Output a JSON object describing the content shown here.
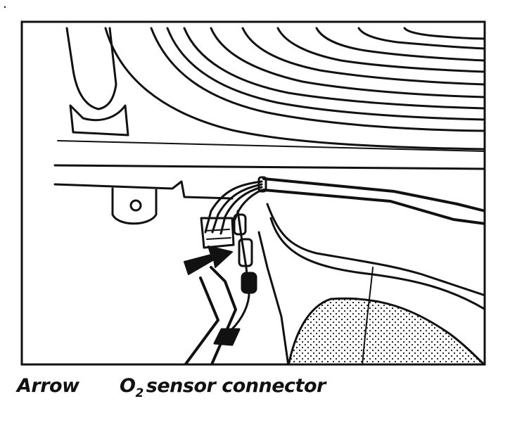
{
  "figure": {
    "frame_color": "#111111",
    "fill_pattern": "stipple-dots",
    "arrow_target": "o2-sensor-connector"
  },
  "caption": {
    "term": "Arrow",
    "description_prefix": "O",
    "description_subscript": "2",
    "description_rest": "sensor connector"
  }
}
